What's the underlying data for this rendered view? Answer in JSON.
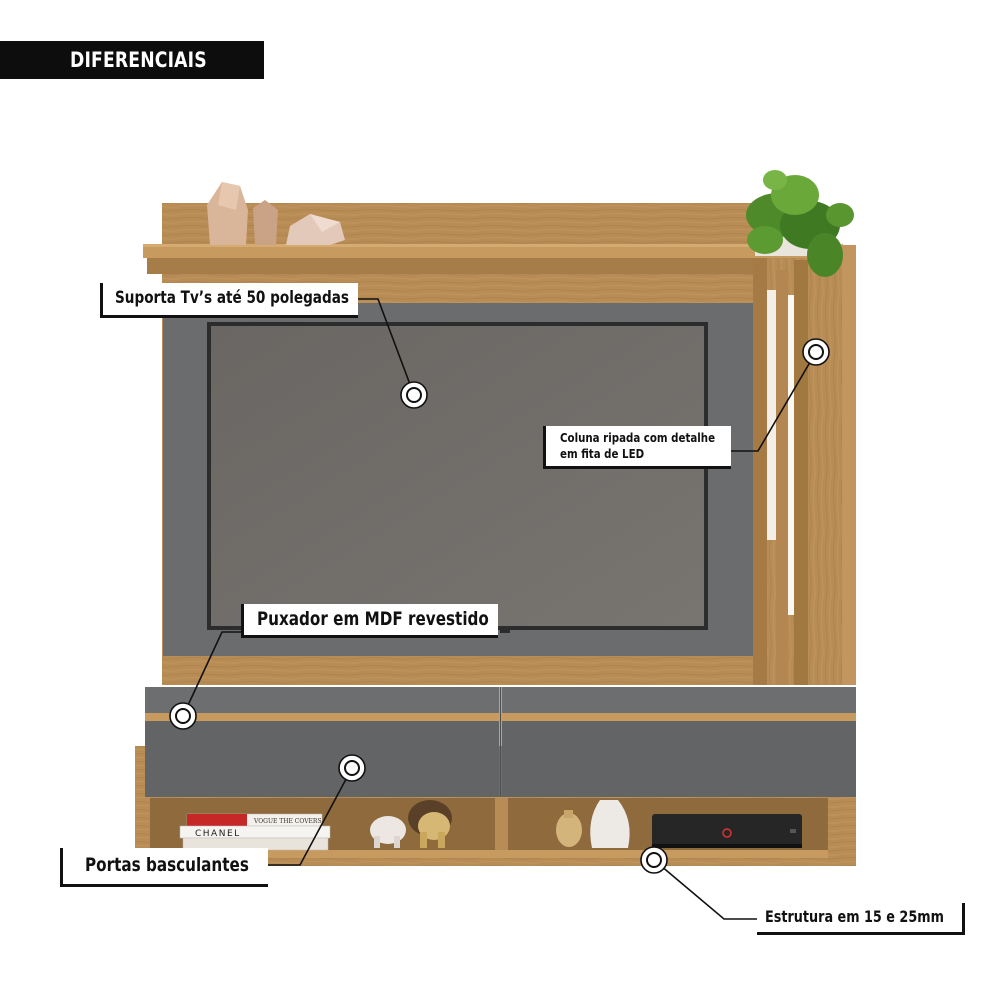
{
  "header": {
    "title": "DIFERENCIAIS"
  },
  "callouts": {
    "tv_support": "Suporta Tv’s até 50 polegadas",
    "led_line1": "Coluna ripada com detalhe",
    "led_line2": "em fita de LED",
    "handle": "Puxador em MDF revestido",
    "doors": "Portas basculantes",
    "structure": "Estrutura em 15 e 25mm"
  },
  "book_labels": {
    "top": "VOGUE THE COVERS",
    "bottom": "CHANEL"
  },
  "colors": {
    "wood": "#b88c55",
    "wood_dark": "#9c7442",
    "panel_gray": "#6b6c6e",
    "door_gray": "#626466",
    "tv_screen": "#6e6a66",
    "callout_border": "#111111",
    "header_bg": "#0d0d0d"
  }
}
